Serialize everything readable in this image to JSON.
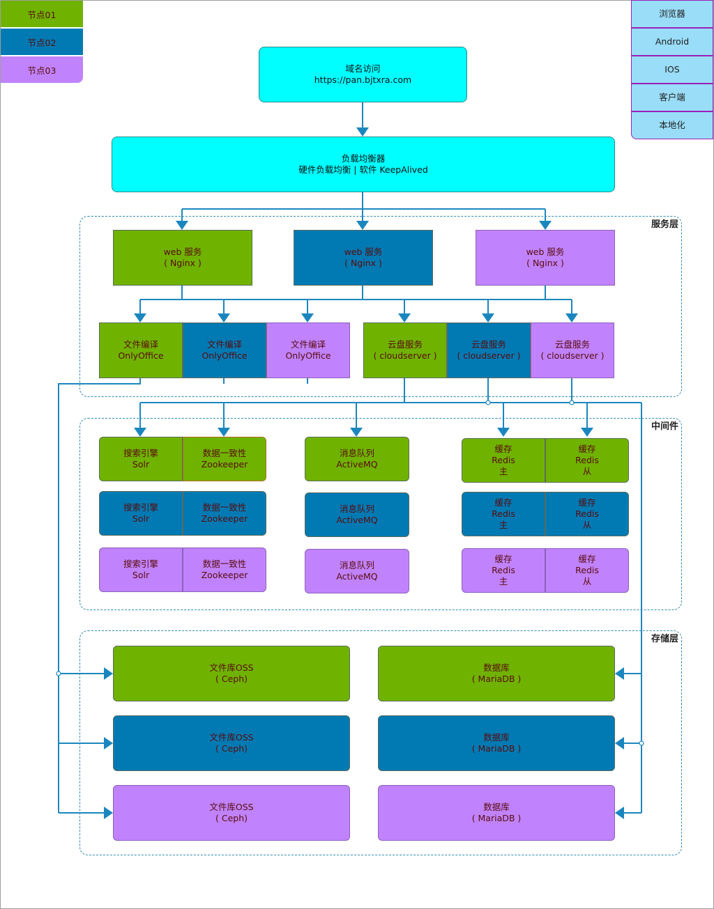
{
  "legend": [
    {
      "label": "节点01",
      "color": "#6fb300"
    },
    {
      "label": "节点02",
      "color": "#017ab4"
    },
    {
      "label": "节点03",
      "color": "#c083fd"
    }
  ],
  "clients": [
    "浏览器",
    "Android",
    "IOS",
    "客户端",
    "本地化"
  ],
  "entry": {
    "line1": "域名访问",
    "line2": "https://pan.bjtxra.com"
  },
  "lb": {
    "line1": "负载均衡器",
    "line2": "硬件负载均衡 | 软件 KeepAlived"
  },
  "layers": {
    "service": "服务层",
    "middleware": "中间件",
    "storage": "存储层"
  },
  "web": {
    "line1": "web 服务",
    "line2": "( Nginx )"
  },
  "office": {
    "line1": "文件编译",
    "line2": "OnlyOffice"
  },
  "cloud": {
    "line1": "云盘服务",
    "line2": "( cloudserver )"
  },
  "solr": {
    "line1": "搜索引擎",
    "line2": "Solr"
  },
  "zk": {
    "line1": "数据一致性",
    "line2": "Zookeeper"
  },
  "mq": {
    "line1": "消息队列",
    "line2": "ActiveMQ"
  },
  "redis_master": {
    "line1": "缓存",
    "line2": "Redis",
    "line3": "主"
  },
  "redis_slave": {
    "line1": "缓存",
    "line2": "Redis",
    "line3": "从"
  },
  "oss": {
    "line1": "文件库OSS",
    "line2": "( Ceph)"
  },
  "db": {
    "line1": "数据库",
    "line2": "( MariaDB )"
  },
  "colors": {
    "node01": "#6fb300",
    "node02": "#017ab4",
    "node03": "#c083fd",
    "entry": "#00ffff",
    "client": "#99ddf8",
    "wire": "#1b86be"
  }
}
